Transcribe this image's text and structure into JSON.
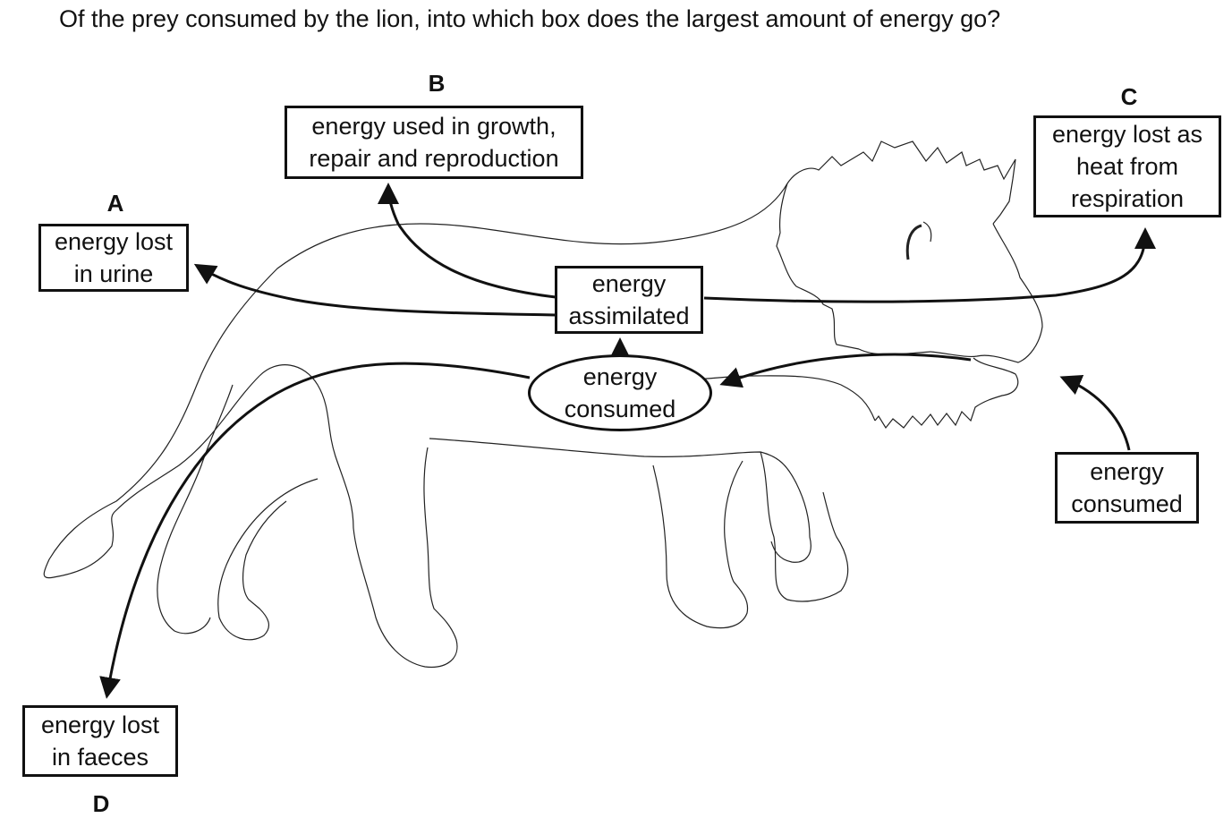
{
  "question": "Of the prey consumed by the lion, into which box does the largest amount of energy go?",
  "labels": {
    "a": "A",
    "b": "B",
    "c": "C",
    "d": "D"
  },
  "boxes": {
    "urine": {
      "line1": "energy lost",
      "line2": "in urine"
    },
    "growth": {
      "line1": "energy used in growth,",
      "line2": "repair and reproduction"
    },
    "heat": {
      "line1": "energy lost as",
      "line2": "heat from",
      "line3": "respiration"
    },
    "faeces": {
      "line1": "energy lost",
      "line2": "in faeces"
    },
    "assimilated": {
      "line1": "energy",
      "line2": "assimilated"
    },
    "consumed_inside": {
      "line1": "energy",
      "line2": "consumed"
    },
    "consumed_outside": {
      "line1": "energy",
      "line2": "consumed"
    }
  }
}
